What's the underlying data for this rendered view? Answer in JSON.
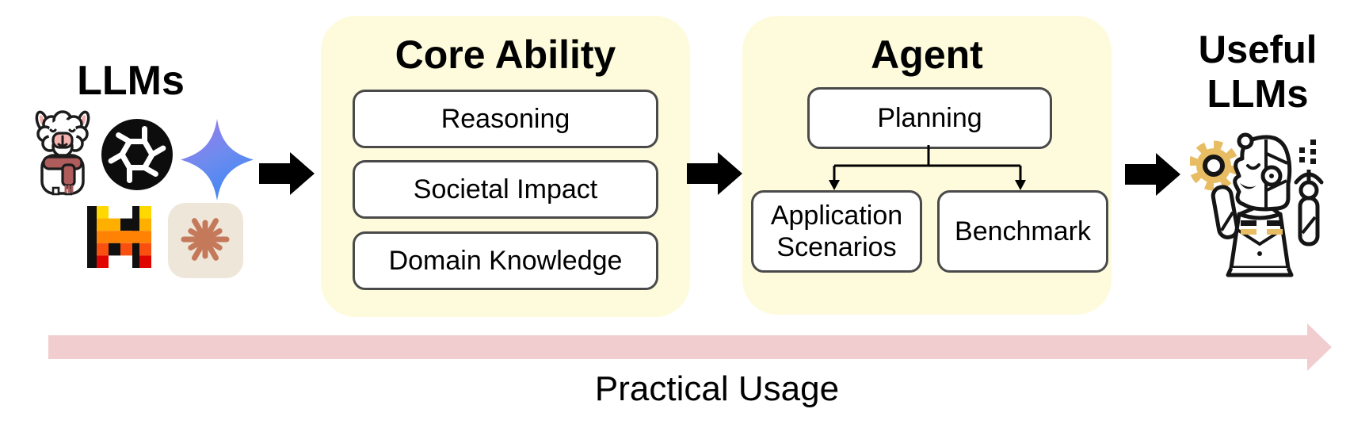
{
  "figure": {
    "bottom_label": "Practical Usage"
  },
  "sections": {
    "llms": {
      "title": "LLMs",
      "icons": [
        "llama-icon",
        "openai-icon",
        "gemini-icon",
        "mistral-icon",
        "claude-icon"
      ]
    },
    "core_ability": {
      "title": "Core Ability",
      "items": [
        "Reasoning",
        "Societal Impact",
        "Domain Knowledge"
      ]
    },
    "agent": {
      "title": "Agent",
      "root": "Planning",
      "children": [
        "Application Scenarios",
        "Benchmark"
      ]
    },
    "useful_llms": {
      "line1": "Useful",
      "line2": "LLMs",
      "icons": [
        "robot-icon"
      ]
    }
  },
  "colors": {
    "panel_bg": "#FDFBDC",
    "box_border": "#4A4A4A",
    "flow_arrow": "#000000",
    "practical_arrow": "#F2CDD0",
    "gear_gold": "#E7BC63",
    "claude_bg": "#EEE6D8",
    "claude_ray": "#C5795B",
    "scarf_red": "#AE5C5C",
    "gemini_gradient_top": "#9B7CE8",
    "gemini_gradient_bottom": "#3D87F2",
    "mistral_palette": [
      "#FFD800",
      "#FFAF00",
      "#FF8205",
      "#FA500F",
      "#E10500"
    ]
  }
}
